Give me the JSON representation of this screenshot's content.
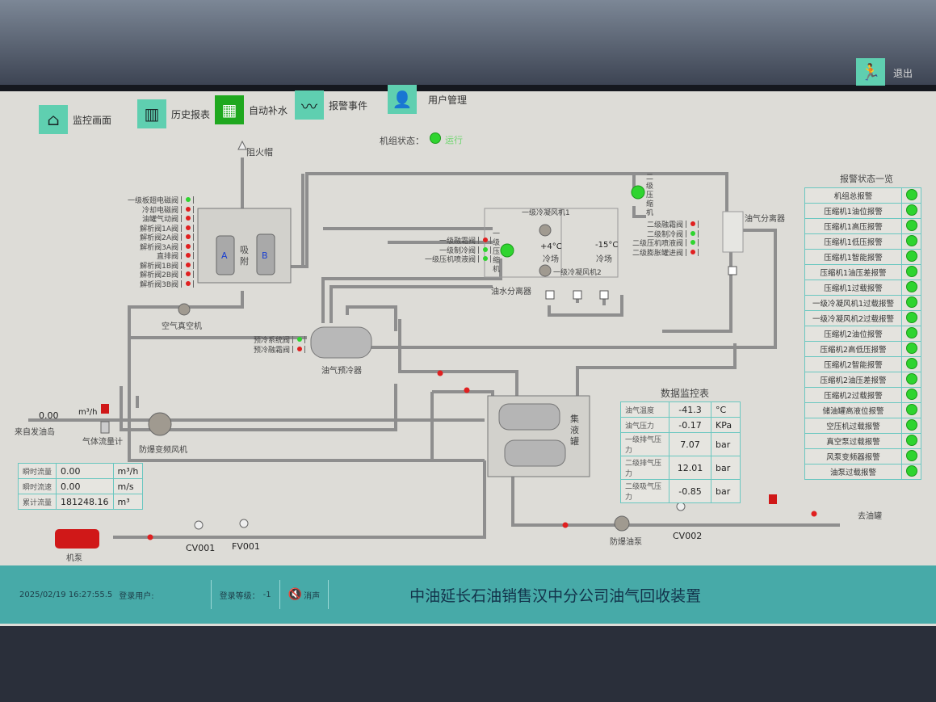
{
  "nav": {
    "items": [
      {
        "label": "监控画面",
        "icon": "home-icon"
      },
      {
        "label": "历史报表",
        "icon": "report-icon"
      },
      {
        "label": "自动补水",
        "icon": "water-icon"
      },
      {
        "label": "报警事件",
        "icon": "alarm-event-icon"
      },
      {
        "label": "用户管理",
        "icon": "user-icon"
      }
    ],
    "exit": "退出"
  },
  "unit_status": {
    "label": "机组状态：",
    "value": "运行"
  },
  "equipment": {
    "flame_arrester": "阻火帽",
    "adsorb": "吸\n附",
    "tank_a": "A",
    "tank_b": "B",
    "air_vac": "空气真空机",
    "precooler": "油气预冷器",
    "oil_water_sep": "油水分离器",
    "oil_gas_sep": "油气分离器",
    "liquid_tank": "集\n液\n罐",
    "fan": "防爆变频风机",
    "flowmeter": "气体流量计",
    "source": "来自发油岛",
    "pump": "机泵",
    "cv001": "CV001",
    "fv001": "FV001",
    "oil_pump": "防爆油泵",
    "cv002": "CV002",
    "to_tank": "去油罐",
    "comp1": "一\n级\n压\n缩\n机",
    "comp2": "二\n级\n压\n缩\n机",
    "cond_fan1": "一级冷凝风机1",
    "cond_fan2": "一级冷凝风机2",
    "cold1_temp": "+4°C",
    "cold1": "冷场",
    "cold2_temp": "-15°C",
    "cold2": "冷场",
    "flow_value": "0.00",
    "flow_unit": "m³/h"
  },
  "valves_left": [
    {
      "label": "一级板翅电磁阀",
      "state": "green"
    },
    {
      "label": "冷却电磁阀",
      "state": "red"
    },
    {
      "label": "油罐气动阀",
      "state": "red"
    },
    {
      "label": "解析阀1A阀",
      "state": "red"
    },
    {
      "label": "解析阀2A阀",
      "state": "red"
    },
    {
      "label": "解析阀3A阀",
      "state": "red"
    },
    {
      "label": "直排阀",
      "state": "red"
    },
    {
      "label": "解析阀1B阀",
      "state": "red"
    },
    {
      "label": "解析阀2B阀",
      "state": "red"
    },
    {
      "label": "解析阀3B阀",
      "state": "red"
    }
  ],
  "valves_stage1": [
    {
      "label": "一级融霜阀",
      "state": "red"
    },
    {
      "label": "一级制冷阀",
      "state": "green"
    },
    {
      "label": "一级压机喷液阀",
      "state": "green"
    }
  ],
  "valves_stage2": [
    {
      "label": "二级融霜阀",
      "state": "red"
    },
    {
      "label": "二级制冷阀",
      "state": "green"
    },
    {
      "label": "二级压机喷液阀",
      "state": "green"
    },
    {
      "label": "二级膨胀罐进阀",
      "state": "red"
    }
  ],
  "valves_precool": [
    {
      "label": "预冷系统阀",
      "state": "green"
    },
    {
      "label": "预冷融霜阀",
      "state": "red"
    }
  ],
  "flow_table": [
    {
      "k": "瞬时流量",
      "v": "0.00",
      "u": "m³/h"
    },
    {
      "k": "瞬时流速",
      "v": "0.00",
      "u": "m/s"
    },
    {
      "k": "累计流量",
      "v": "181248.16",
      "u": "m³"
    }
  ],
  "monitor": {
    "title": "数据监控表",
    "rows": [
      {
        "k": "油气温度",
        "v": "-41.3",
        "u": "°C"
      },
      {
        "k": "油气压力",
        "v": "-0.17",
        "u": "KPa"
      },
      {
        "k": "一级排气压力",
        "v": "7.07",
        "u": "bar"
      },
      {
        "k": "二级排气压力",
        "v": "12.01",
        "u": "bar"
      },
      {
        "k": "二级吸气压力",
        "v": "-0.85",
        "u": "bar"
      }
    ]
  },
  "alarms": {
    "title": "报警状态一览",
    "items": [
      "机组总报警",
      "压缩机1油位报警",
      "压缩机1高压报警",
      "压缩机1低压报警",
      "压缩机1智能报警",
      "压缩机1油压差报警",
      "压缩机1过载报警",
      "一级冷凝风机1过载报警",
      "一级冷凝风机2过载报警",
      "压缩机2油位报警",
      "压缩机2高低压报警",
      "压缩机2智能报警",
      "压缩机2油压差报警",
      "压缩机2过载报警",
      "储油罐高液位报警",
      "空压机过载报警",
      "真空泵过载报警",
      "风泵变频器报警",
      "油泵过载报警"
    ]
  },
  "status_bar": {
    "datetime": "2025/02/19 16:27:55.5",
    "user_label": "登录用户:",
    "level_label": "登录等级：",
    "level_value": "-1",
    "mute": "消声",
    "title": "中油延长石油销售汉中分公司油气回收装置"
  },
  "colors": {
    "green": "#2fd42f",
    "red": "#e02020",
    "teal": "#47aaa8"
  }
}
